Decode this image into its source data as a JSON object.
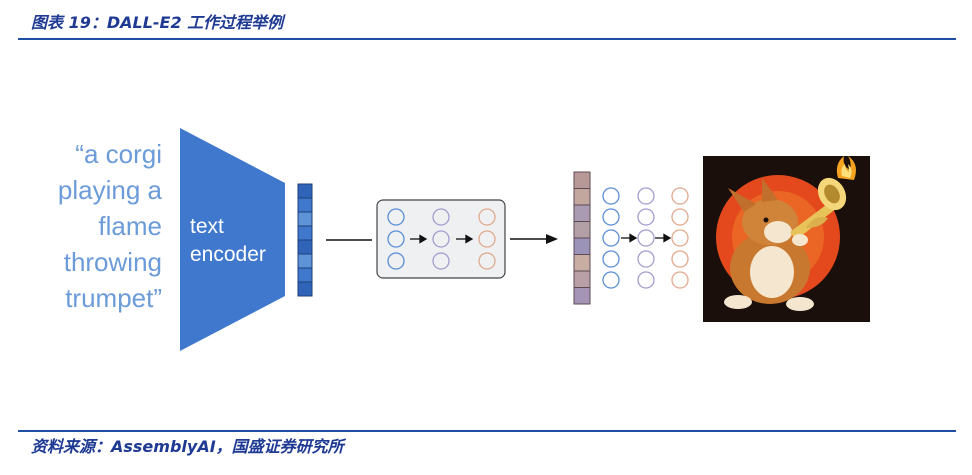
{
  "figure": {
    "caption": "图表 19：DALL-E2 工作过程举例",
    "source": "资料来源：AssemblyAI，国盛证券研究所"
  },
  "prompt": {
    "lines": [
      "“a corgi",
      "playing a",
      "flame",
      "throwing",
      "trumpet”"
    ]
  },
  "encoder": {
    "label_line1": "text",
    "label_line2": "encoder"
  },
  "colors": {
    "caption": "#1f3a93",
    "rule": "#1f4fa3",
    "prompt_text": "#6b9bd8",
    "encoder_fill": "#3f78cc",
    "node_blue": "#5a8ed6",
    "node_purple": "#a49ccf",
    "node_orange": "#e0a98c",
    "embed_blue": "#3f78cc",
    "embed_mauve": "#b0959a"
  },
  "image_output": {
    "description_icon": "corgi-trumpet-icon"
  }
}
